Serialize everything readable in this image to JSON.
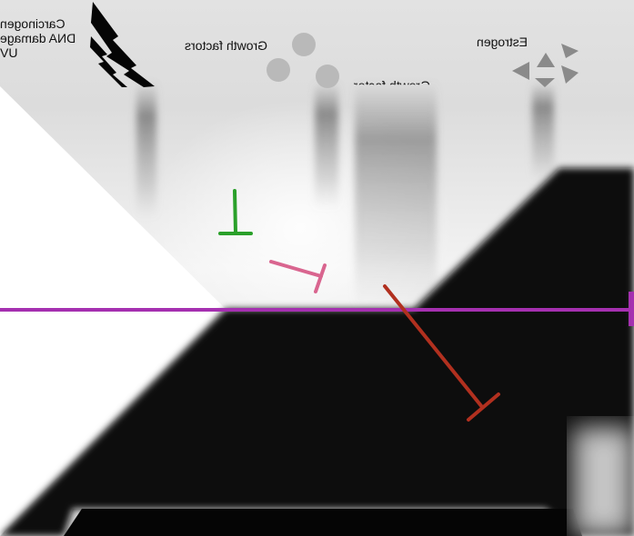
{
  "labels": {
    "carcinogen_lines": [
      "Carcinogen",
      "DNA damage",
      "UV"
    ],
    "growth_factors": "Growth factors",
    "growth_factor_partial": "Growth factor",
    "estrogen": "Estrogen"
  },
  "colors": {
    "background_top": "#e9e9e9",
    "background_mid": "#d6d6d6",
    "dark_region": "#0d0d0d",
    "white_region": "#ffffff",
    "horizontal_line": "#a530b0",
    "green_inhibitor": "#2aa02a",
    "pink_inhibitor": "#d9658f",
    "red_inhibitor": "#b1301f",
    "circle_gray": "#b9b9b9",
    "triangle_gray": "#8a8a8a"
  },
  "icons": [
    "lightning-bolt-icon",
    "growth-factor-circle-icon",
    "estrogen-triangle-icon"
  ]
}
